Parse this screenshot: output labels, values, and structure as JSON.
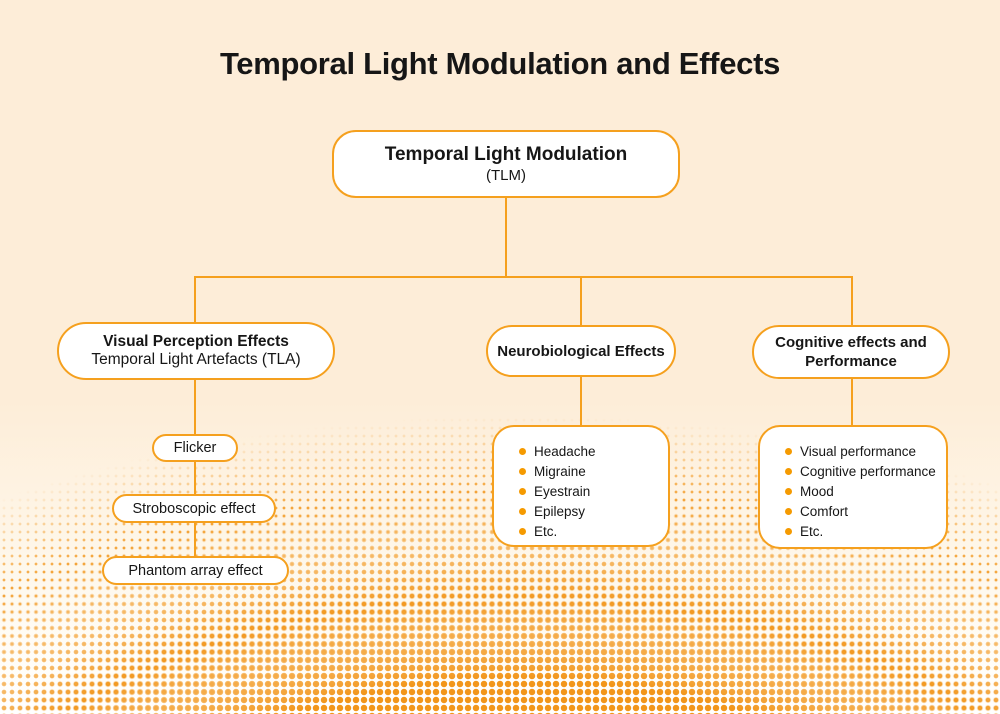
{
  "title": "Temporal Light Modulation and Effects",
  "colors": {
    "accent": "#F5A01E",
    "bullet": "#F59A00",
    "text": "#161616",
    "background": "#FDEDD8",
    "node_bg": "#FFFFFF",
    "halftone_dot": "#F2961B"
  },
  "tree": {
    "root": {
      "title": "Temporal Light Modulation",
      "subtitle": "(TLM)"
    },
    "branches": [
      {
        "id": "visual-perception",
        "title": "Visual Perception Effects",
        "subtitle": "Temporal Light Artefacts (TLA)",
        "children": [
          "Flicker",
          "Stroboscopic effect",
          "Phantom array effect"
        ]
      },
      {
        "id": "neurobiological",
        "title": "Neurobiological Effects",
        "items": [
          "Headache",
          "Migraine",
          "Eyestrain",
          "Epilepsy",
          "Etc."
        ]
      },
      {
        "id": "cognitive",
        "title": "Cognitive effects and Performance",
        "items": [
          "Visual performance",
          "Cognitive performance",
          "Mood",
          "Comfort",
          "Etc."
        ]
      }
    ]
  }
}
